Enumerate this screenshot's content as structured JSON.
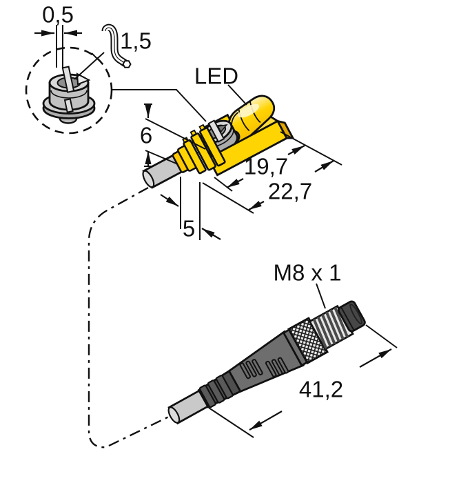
{
  "labels": {
    "detail": {
      "slot_width": "0,5",
      "hex_key_size": "1,5"
    },
    "sensor": {
      "led": "LED",
      "height": "6",
      "body_length": "19,7",
      "total_length": "22,7",
      "cable_section": "5"
    },
    "connector": {
      "thread": "M8 x 1",
      "length": "41,2"
    }
  },
  "colors": {
    "body_yellow": "#FFD403",
    "body_yellow_top": "#FFDC3D",
    "body_yellow_end": "#E2A600",
    "metal_gray": "#C9C9C9",
    "screw_gray": "#D6D6D6",
    "connector_gray": "#6E6E6E",
    "boot_gray": "#4F4F4F",
    "knurl_bg": "#ECECEC",
    "outline": "#111111",
    "background": "#FFFFFF"
  }
}
